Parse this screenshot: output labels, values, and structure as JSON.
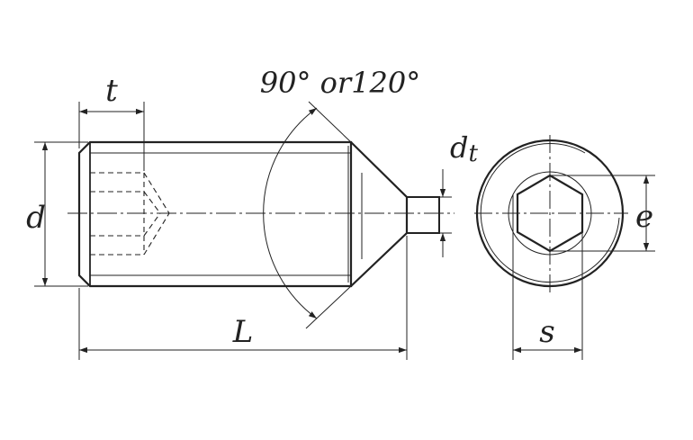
{
  "labels": {
    "t": "t",
    "d": "d",
    "L": "L",
    "angle": "90° or120°",
    "dt_main": "d",
    "dt_sub": "t",
    "e": "e",
    "s": "s"
  },
  "colors": {
    "line": "#222222",
    "background": "#ffffff"
  }
}
